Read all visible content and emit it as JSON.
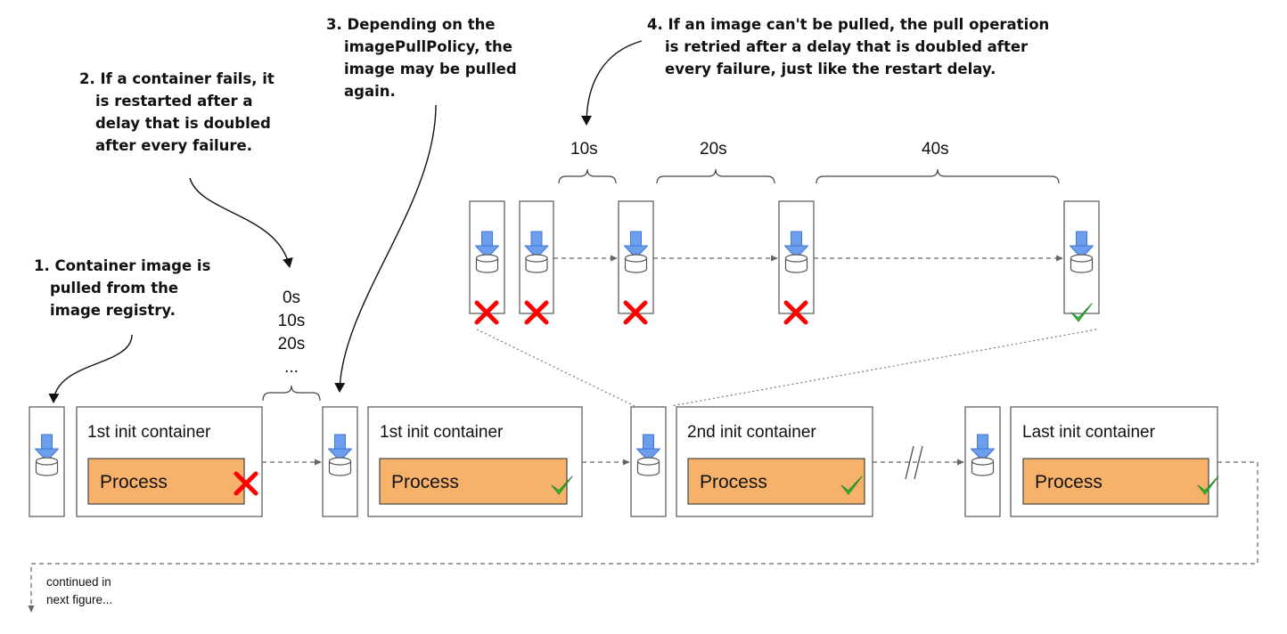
{
  "callouts": {
    "pull_from_registry": [
      "1. Container image is",
      "pulled from the",
      "image registry."
    ],
    "restart_delay": [
      "2. If a container fails, it",
      "is restarted after a",
      "delay that is doubled",
      "after every failure."
    ],
    "pull_policy": [
      "3. Depending on the",
      "imagePullPolicy, the",
      "image may be pulled",
      "again."
    ],
    "pull_retry": [
      "4. If an image can't be pulled, the pull operation",
      "is retried after a delay that is doubled after",
      "every failure, just like the restart delay."
    ]
  },
  "restart_delays": [
    "0s",
    "10s",
    "20s",
    "..."
  ],
  "pull_retry_delays": [
    "10s",
    "20s",
    "40s"
  ],
  "containers": [
    {
      "title": "1st init container",
      "process_label": "Process",
      "status": "failed"
    },
    {
      "title": "1st init container",
      "process_label": "Process",
      "status": "succeeded"
    },
    {
      "title": "2nd init container",
      "process_label": "Process",
      "status": "succeeded"
    },
    {
      "title": "Last init container",
      "process_label": "Process",
      "status": "succeeded"
    }
  ],
  "pull_attempts": [
    "failed",
    "failed",
    "failed",
    "failed",
    "succeeded"
  ],
  "continuation_note": [
    "continued in",
    "next figure..."
  ],
  "colors": {
    "process_fill": "#f6b26b",
    "pull_arrow": "#6d9eeb",
    "fail_mark": "#ff0000",
    "success_mark": "#2db82d",
    "outline": "#555555",
    "connector": "#666666"
  }
}
